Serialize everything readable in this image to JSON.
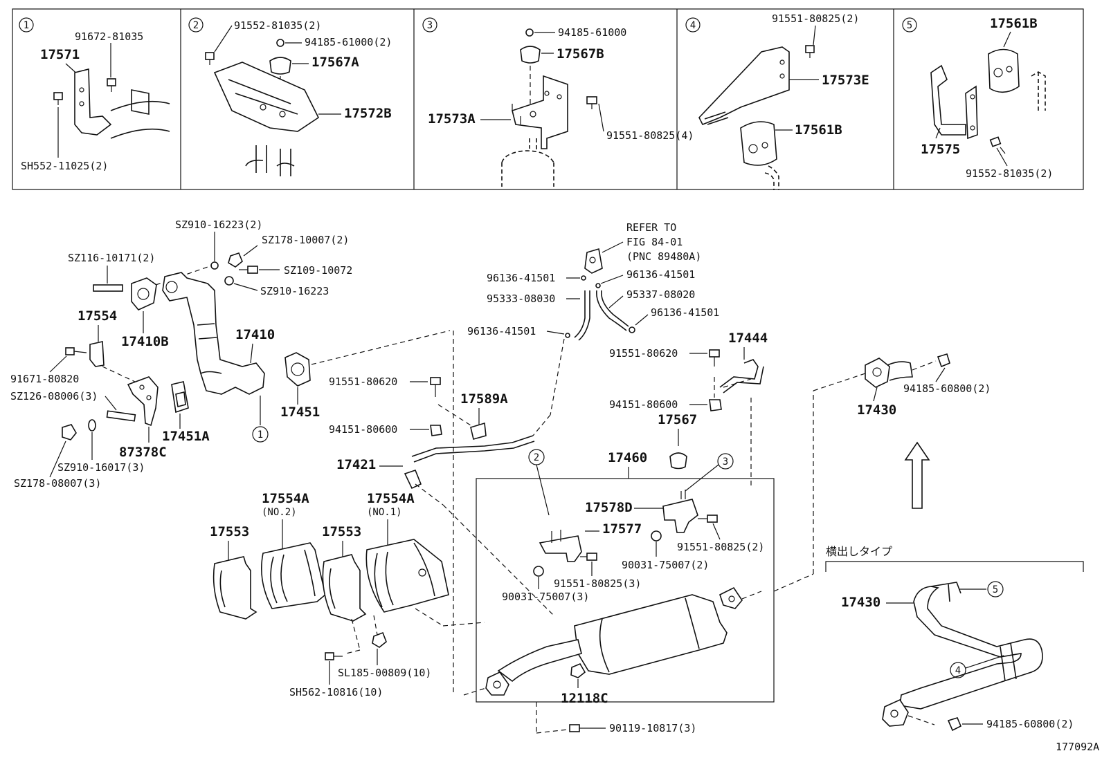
{
  "insets": [
    {
      "num": "1",
      "labels": [
        "91672-81035",
        "17571",
        "SH552-11025(2)"
      ]
    },
    {
      "num": "2",
      "labels": [
        "91552-81035(2)",
        "94185-61000(2)",
        "17567A",
        "17572B"
      ]
    },
    {
      "num": "3",
      "labels": [
        "94185-61000",
        "17567B",
        "17573A",
        "91551-80825(4)"
      ]
    },
    {
      "num": "4",
      "labels": [
        "91551-80825(2)",
        "17573E",
        "17561B"
      ]
    },
    {
      "num": "5",
      "labels": [
        "17561B",
        "17575",
        "91552-81035(2)"
      ]
    }
  ],
  "main": {
    "labels": {
      "sz910_16223_2": "SZ910-16223(2)",
      "sz178_10007_2": "SZ178-10007(2)",
      "sz116_10171_2": "SZ116-10171(2)",
      "sz109_10072": "SZ109-10072",
      "sz910_16223": "SZ910-16223",
      "p17554": "17554",
      "p17410b": "17410B",
      "p17410": "17410",
      "p91671_80820": "91671-80820",
      "sz126_08006_3": "SZ126-08006(3)",
      "p17451": "17451",
      "p17451a": "17451A",
      "p87378c": "87378C",
      "sz910_16017_3": "SZ910-16017(3)",
      "sz178_08007_3": "SZ178-08007(3)",
      "refer1": "REFER TO",
      "refer2": "FIG 84-01",
      "refer3": "(PNC 89480A)",
      "p96136_a": "96136-41501",
      "p96136_b": "96136-41501",
      "p95333": "95333-08030",
      "p95337": "95337-08020",
      "p96136_c": "96136-41501",
      "p96136_d": "96136-41501",
      "p91551_80620_a": "91551-80620",
      "p94151_80600_a": "94151-80600",
      "p17589a": "17589A",
      "p17421": "17421",
      "p91551_80620_b": "91551-80620",
      "p17444": "17444",
      "p94151_80600_b": "94151-80600",
      "p17567": "17567",
      "p17430": "17430",
      "p94185_60800_a": "94185-60800(2)",
      "p17460": "17460",
      "p17578d": "17578D",
      "p17577": "17577",
      "p91551_80825_a": "91551-80825(2)",
      "p90031_a": "90031-75007(2)",
      "p91551_80825_b": "91551-80825(3)",
      "p90031_b": "90031-75007(3)",
      "p17554a_1": "17554A",
      "no2": "(NO.2)",
      "p17554a_2": "17554A",
      "no1": "(NO.1)",
      "p17553_a": "17553",
      "p17553_b": "17553",
      "sl185": "SL185-00809(10)",
      "sh562": "SH562-10816(10)",
      "p12118c": "12118C",
      "p90119": "90119-10817(3)",
      "side_type": "横出しタイプ",
      "p17430_b": "17430",
      "p94185_60800_b": "94185-60800(2)",
      "callout1": "1",
      "callout2": "2",
      "callout3": "3",
      "callout4": "4",
      "callout5": "5"
    },
    "figure_code": "177092A"
  }
}
